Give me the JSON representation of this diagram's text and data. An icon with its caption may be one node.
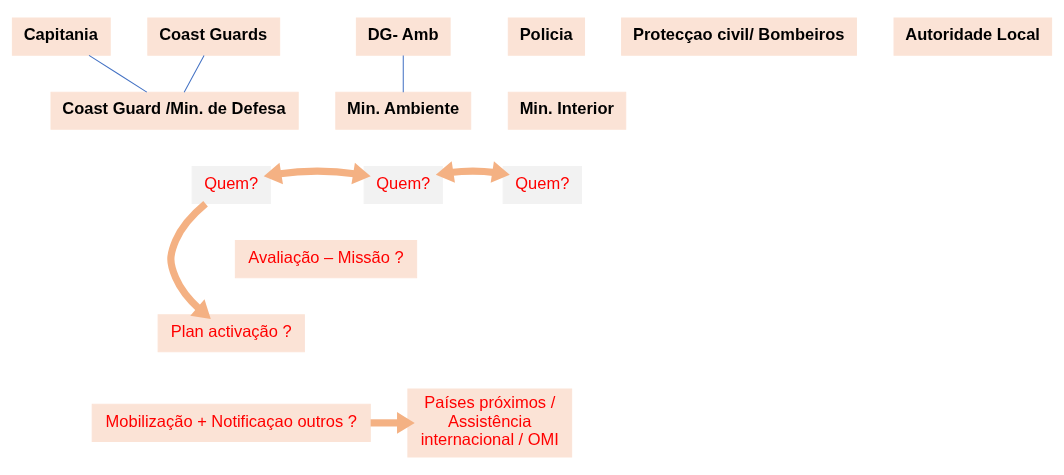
{
  "diagram": {
    "nodes": [
      {
        "text": [
          "Coast Guards"
        ]
      },
      {
        "text": [
          "Capitania"
        ]
      },
      {
        "text": [
          "DG- Amb"
        ]
      },
      {
        "text": [
          "Policia"
        ]
      },
      {
        "text": [
          "Protecçao civil/ Bombeiros"
        ]
      },
      {
        "text": [
          "Autoridade Local"
        ]
      },
      {
        "text": [
          "Coast Guard /Min. de Defesa"
        ]
      },
      {
        "text": [
          "Min. Ambiente"
        ]
      },
      {
        "text": [
          "Min. Interior"
        ]
      },
      {
        "text": [
          "Quem?"
        ]
      },
      {
        "text": [
          "Quem?"
        ]
      },
      {
        "text": [
          "Quem?"
        ]
      },
      {
        "text": [
          "Avaliação – Missão ?"
        ]
      },
      {
        "text": [
          "Plan activação ?"
        ]
      },
      {
        "text": [
          "Mobilização + Notificaçao outros ?"
        ]
      },
      {
        "text": [
          "Países próximos / Assistência internacional / OMI"
        ]
      }
    ],
    "edges": [
      {
        "from": 0,
        "to": 6,
        "arrow": "none",
        "color": "#4472c4"
      },
      {
        "from": 1,
        "to": 6,
        "arrow": "none",
        "color": "#4472c4"
      },
      {
        "from": 2,
        "to": 7,
        "arrow": "none",
        "color": "#4472c4"
      },
      {
        "from": 9,
        "to": 10,
        "arrow": "both"
      },
      {
        "from": 10,
        "to": 11,
        "arrow": "both"
      },
      {
        "from": 9,
        "to": 13,
        "arrow": "to"
      },
      {
        "from": 14,
        "to": 15,
        "arrow": "to"
      }
    ]
  }
}
